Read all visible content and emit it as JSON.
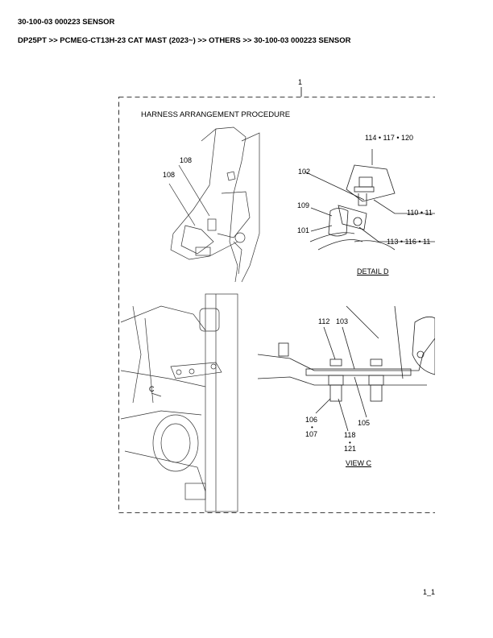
{
  "header": {
    "title": "30-100-03 000223 SENSOR",
    "breadcrumb": "DP25PT >> PCMEG-CT13H-23 CAT MAST (2023~) >> OTHERS >> 30-100-03 000223 SENSOR"
  },
  "figure": {
    "ref_number": "1",
    "heading": "HARNESS ARRANGEMENT PROCEDURE",
    "detail_d": {
      "caption": "DETAIL D",
      "labels": {
        "top": "114 • 117 • 120",
        "l102": "102",
        "l109": "109",
        "l101": "101",
        "right_a": "110 • 11",
        "right_b": "113 • 116 • 11"
      }
    },
    "top_left": {
      "l108a": "108",
      "l108b": "108"
    },
    "bottom_left": {
      "lc": "C"
    },
    "view_c": {
      "caption": "VIEW C",
      "l112": "112",
      "l103": "103",
      "l106": "106",
      "l107": "107",
      "l105": "105",
      "l118": "118",
      "l121": "121"
    },
    "page_label": "1_1("
  }
}
